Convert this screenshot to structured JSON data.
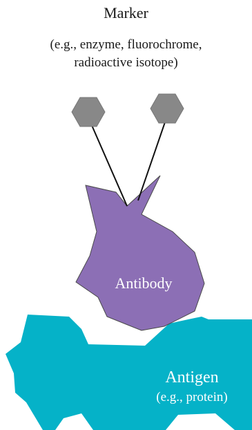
{
  "marker": {
    "title": "Marker",
    "examples_line1": "(e.g., enzyme, fluorochrome,",
    "examples_line2": "radioactive isotope)"
  },
  "antibody": {
    "label": "Antibody",
    "color": "#8c6fb5"
  },
  "antigen": {
    "label": "Antigen",
    "sublabel": "(e.g., protein)",
    "color": "#05b2c8"
  },
  "marker_color": "#888888"
}
